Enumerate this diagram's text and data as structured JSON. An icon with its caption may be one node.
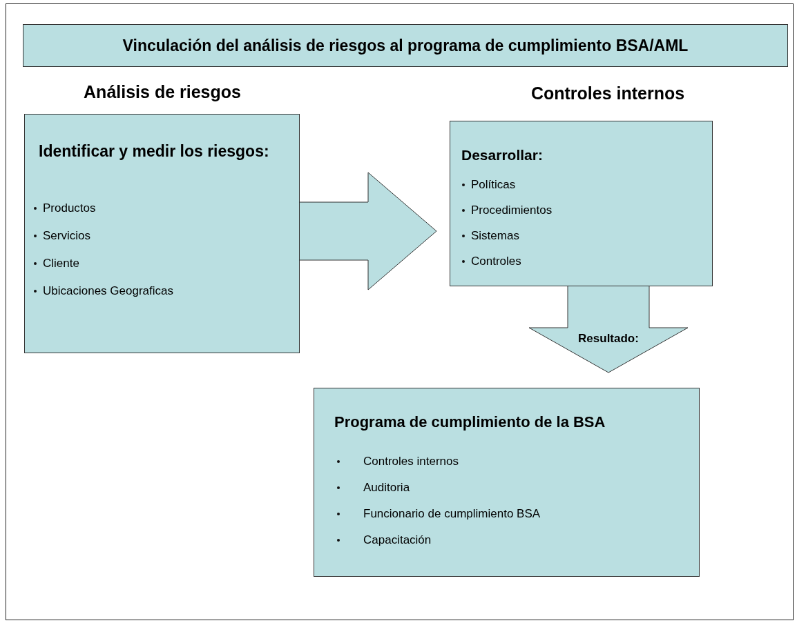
{
  "diagram": {
    "title": "Vinculación del análisis de riesgos al programa de cumplimiento BSA/AML",
    "nodes": [
      {
        "text": [
          "Análisis de riesgos",
          "Identificar y medir los riesgos:",
          "Productos",
          "Servicios",
          "Cliente",
          "Ubicaciones Geograficas"
        ]
      },
      {
        "text": [
          "Controles internos",
          "Desarrollar:",
          "Políticas",
          "Procedimientos",
          "Sistemas",
          "Controles"
        ]
      },
      {
        "text": [
          "Programa de cumplimiento de la BSA",
          "Controles internos",
          "Auditoria",
          "Funcionario de cumplimiento BSA",
          "Capacitación"
        ]
      }
    ],
    "edges": [
      {
        "from": 0,
        "to": 1,
        "arrow": "to"
      },
      {
        "from": 1,
        "to": 2,
        "arrow": "to",
        "label": "Resultado:"
      }
    ]
  }
}
